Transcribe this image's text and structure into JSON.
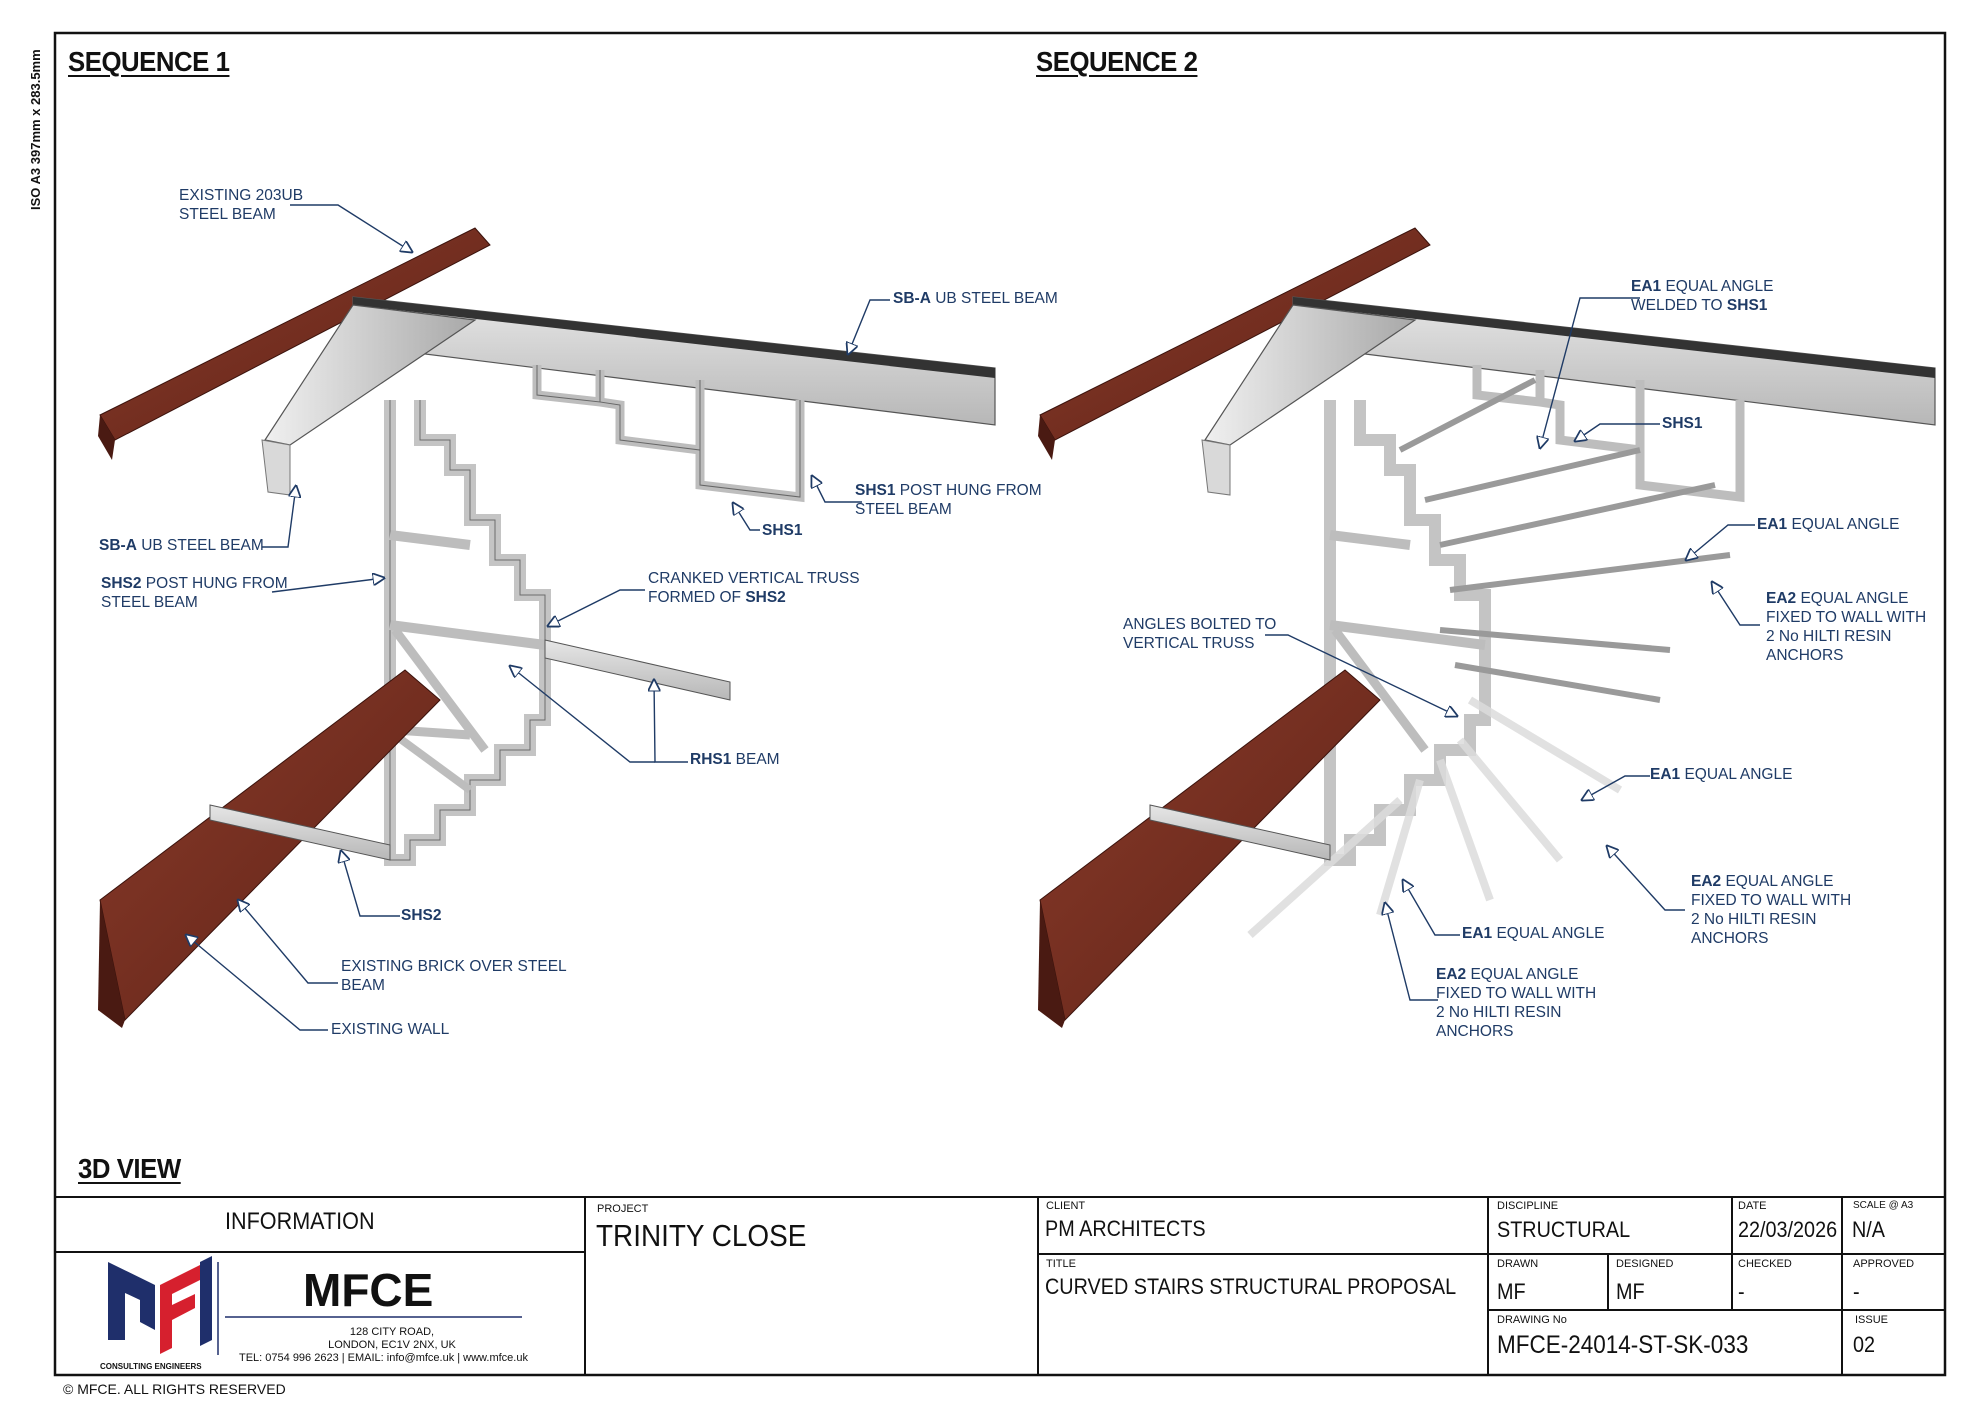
{
  "sheet": {
    "side_note": "ISO A3 397mm x 283.5mm",
    "copyright": "© MFCE. ALL RIGHTS RESERVED",
    "view_title": "3D VIEW"
  },
  "sequence1": {
    "title": "SEQUENCE 1",
    "labels": {
      "existing_beam_1": "EXISTING 203UB",
      "existing_beam_2": "STEEL BEAM",
      "sba_top_code": "SB-A",
      "sba_top_text": " UB STEEL BEAM",
      "sba_left_code": "SB-A",
      "sba_left_text": " UB STEEL BEAM",
      "shs1_post_code": "SHS1",
      "shs1_post_text": " POST HUNG FROM",
      "shs1_post_line2": "STEEL BEAM",
      "shs1_code": "SHS1",
      "shs2_post_code": "SHS2",
      "shs2_post_text": " POST HUNG FROM",
      "shs2_post_line2": "STEEL BEAM",
      "truss_line1": "CRANKED VERTICAL TRUSS",
      "truss_line2_text": "FORMED OF ",
      "truss_line2_code": "SHS2",
      "rhs1_code": "RHS1",
      "rhs1_text": " BEAM",
      "shs2_code": "SHS2",
      "brick_line1": "EXISTING BRICK OVER STEEL",
      "brick_line2": "BEAM",
      "existing_wall": "EXISTING WALL"
    }
  },
  "sequence2": {
    "title": "SEQUENCE 2",
    "labels": {
      "ea1_welded_code": "EA1",
      "ea1_welded_text": " EQUAL ANGLE",
      "ea1_welded_line2_text": "WELDED TO ",
      "ea1_welded_line2_code": "SHS1",
      "shs1_code": "SHS1",
      "ea1_right_code": "EA1",
      "ea1_right_text": " EQUAL ANGLE",
      "ea2_right_code": "EA2",
      "ea2_right_text": " EQUAL ANGLE",
      "ea2_right_l2": "FIXED TO WALL WITH",
      "ea2_right_l3": "2 No HILTI RESIN",
      "ea2_right_l4": "ANCHORS",
      "bolted_l1": "ANGLES BOLTED TO",
      "bolted_l2": "VERTICAL TRUSS",
      "ea1_mid_code": "EA1",
      "ea1_mid_text": " EQUAL ANGLE",
      "ea2_low_code": "EA2",
      "ea2_low_text": " EQUAL ANGLE",
      "ea2_low_l2": "FIXED TO WALL WITH",
      "ea2_low_l3": "2 No HILTI RESIN",
      "ea2_low_l4": "ANCHORS",
      "ea1_low_code": "EA1",
      "ea1_low_text": " EQUAL ANGLE",
      "ea2_bottom_code": "EA2",
      "ea2_bottom_text": " EQUAL ANGLE",
      "ea2_bottom_l2": "FIXED TO WALL WITH",
      "ea2_bottom_l3": "2 No HILTI RESIN",
      "ea2_bottom_l4": "ANCHORS"
    }
  },
  "title_block": {
    "information": "INFORMATION",
    "company": "MFCE",
    "address_1": "128 CITY ROAD,",
    "address_2": "LONDON, EC1V 2NX, UK",
    "contact": "TEL: 0754 996 2623 | EMAIL: info@mfce.uk | www.mfce.uk",
    "consulting": "CONSULTING ENGINEERS",
    "project_label": "PROJECT",
    "project": "TRINITY CLOSE",
    "client_label": "CLIENT",
    "client": "PM ARCHITECTS",
    "title_label": "TITLE",
    "title": "CURVED STAIRS STRUCTURAL PROPOSAL",
    "discipline_label": "DISCIPLINE",
    "discipline": "STRUCTURAL",
    "date_label": "DATE",
    "date": "22/03/2026",
    "scale_label": "SCALE @ A3",
    "scale": "N/A",
    "drawn_label": "DRAWN",
    "drawn": "MF",
    "designed_label": "DESIGNED",
    "designed": "MF",
    "checked_label": "CHECKED",
    "checked": "-",
    "approved_label": "APPROVED",
    "approved": "-",
    "drawing_no_label": "DRAWING No",
    "drawing_no": "MFCE-24014-ST-SK-033",
    "issue_label": "ISSUE",
    "issue": "02"
  },
  "colors": {
    "steel_red": "#7a2a1f",
    "steel_grey": "#c9c9c9",
    "label_blue": "#1f3b66",
    "logo_blue": "#1f2f6b",
    "logo_red": "#d6202e"
  }
}
